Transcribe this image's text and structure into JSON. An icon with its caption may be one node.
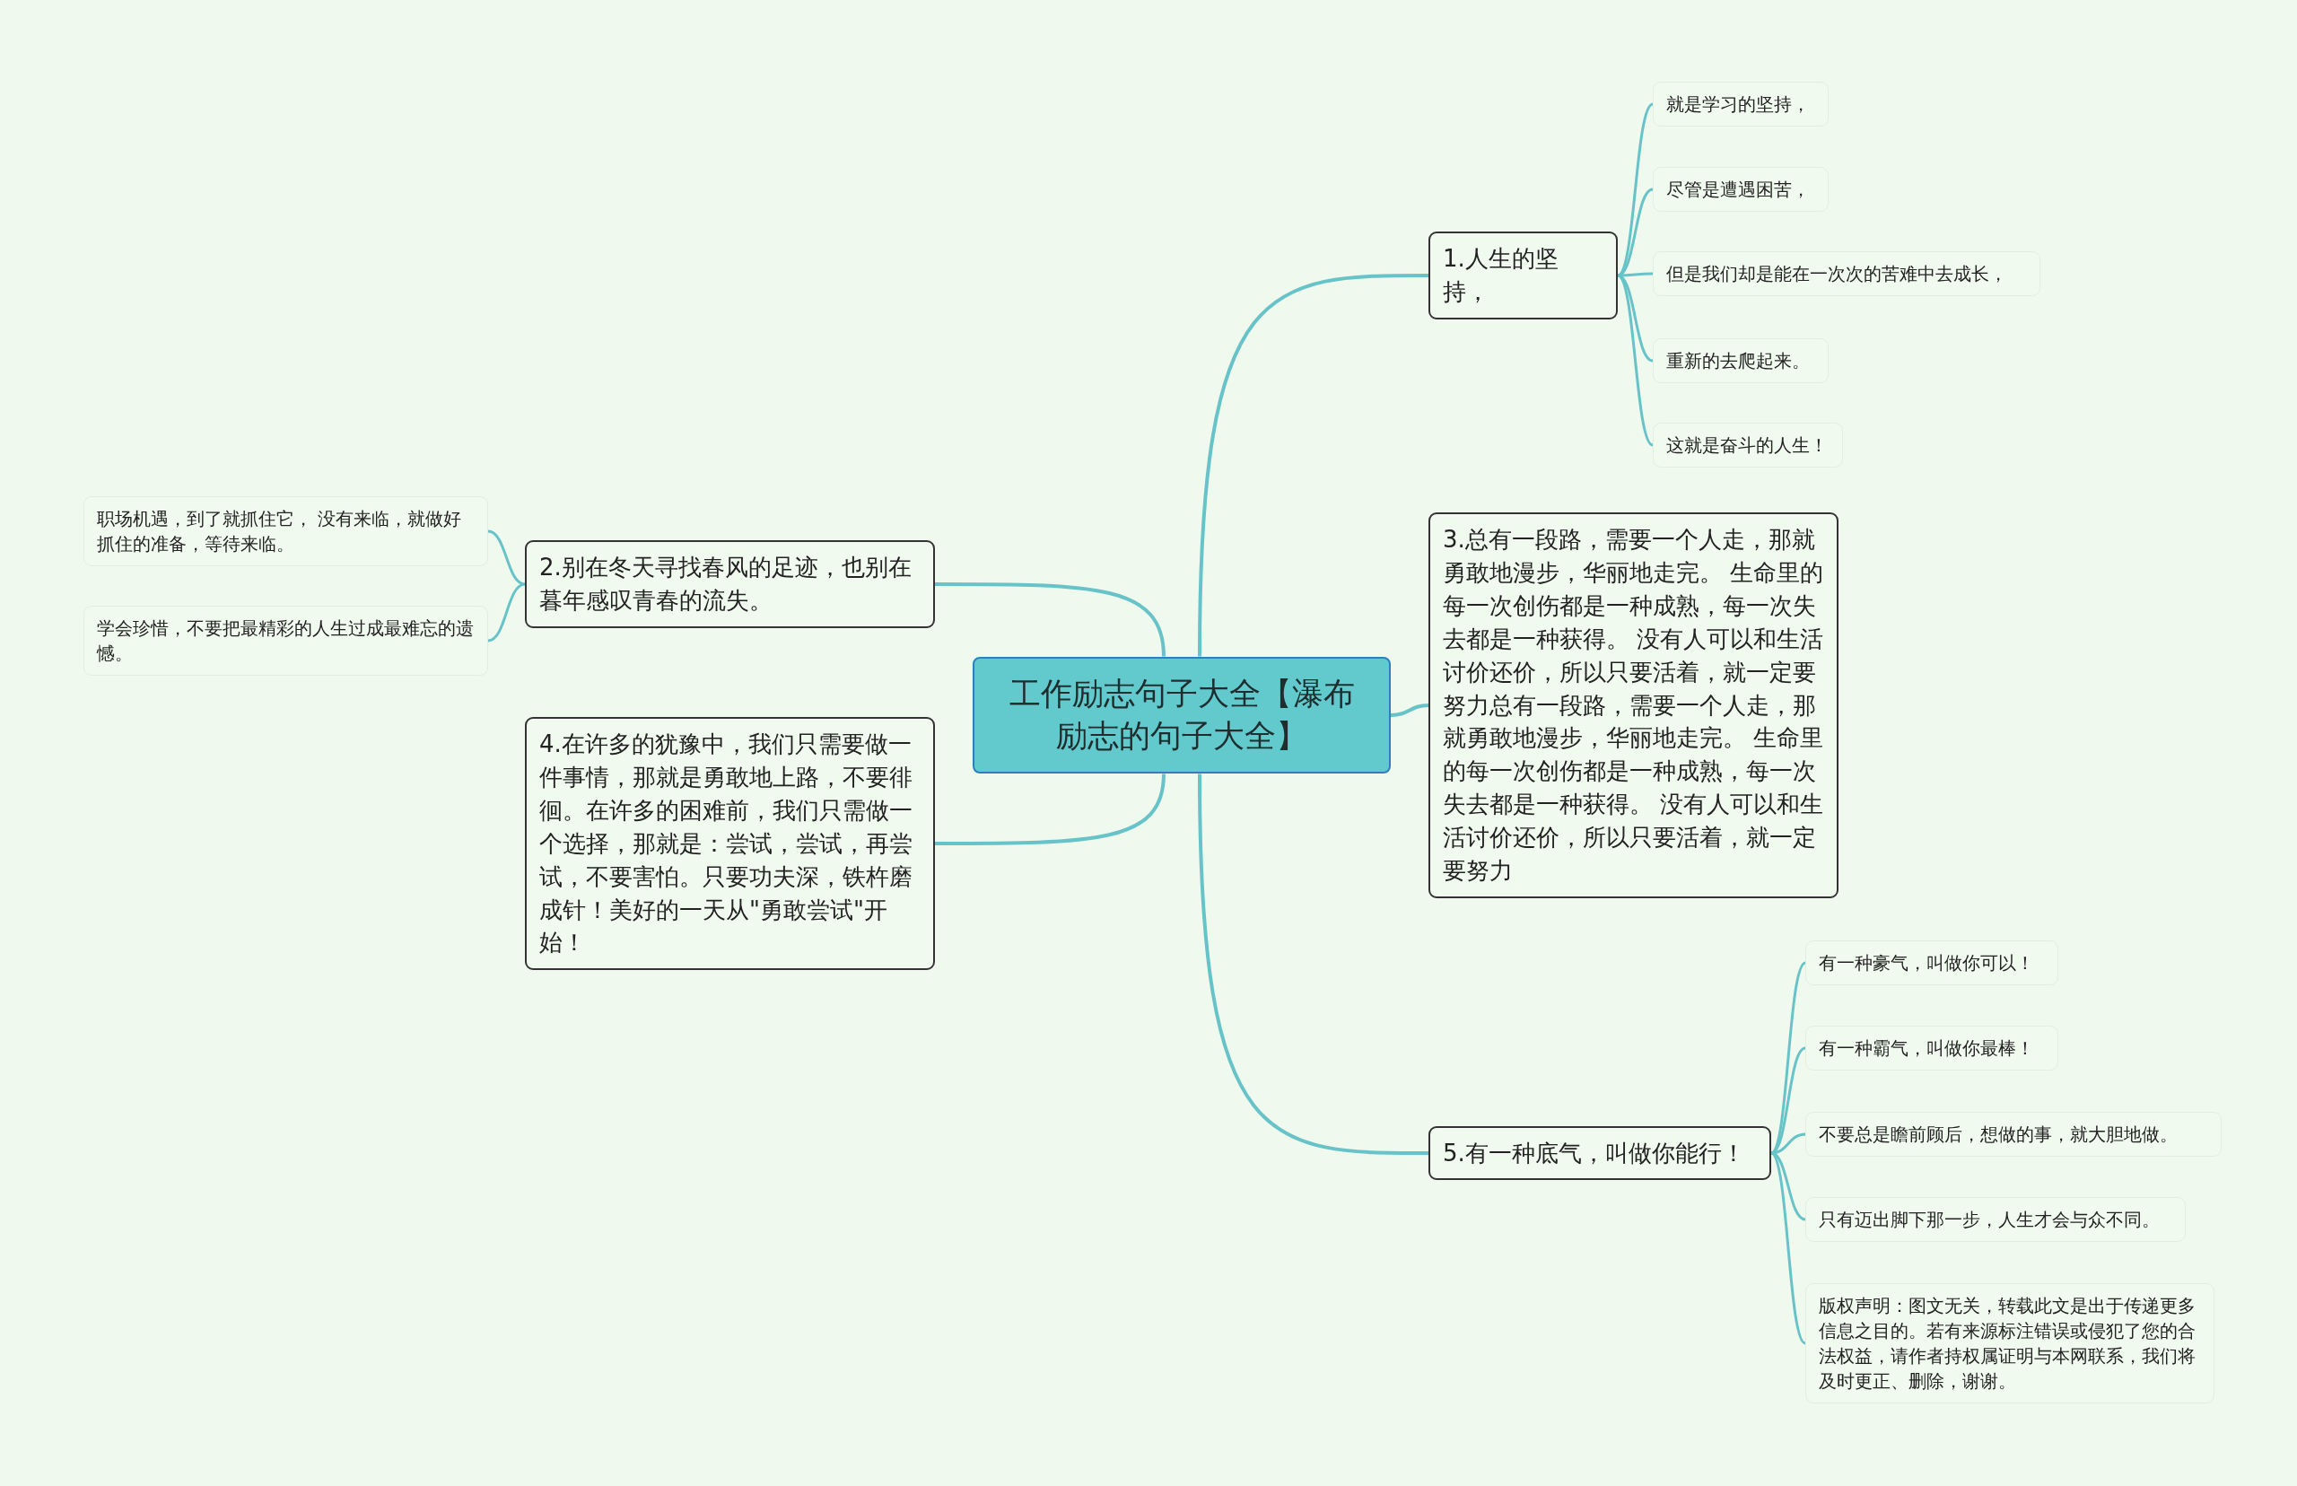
{
  "diagram": {
    "nodes": [
      {
        "text": [
          "工作励志句子大全【瀑布励志的句子大全】"
        ]
      },
      {
        "text": [
          "1.人生的坚持，"
        ]
      },
      {
        "text": [
          "就是学习的坚持，"
        ]
      },
      {
        "text": [
          "尽管是遭遇困苦，"
        ]
      },
      {
        "text": [
          "但是我们却是能在一次次的苦难中去成长，"
        ]
      },
      {
        "text": [
          "重新的去爬起来。"
        ]
      },
      {
        "text": [
          "这就是奋斗的人生！"
        ]
      },
      {
        "text": [
          "2.别在冬天寻找春风的足迹，也别在暮年感叹青春的流失。"
        ]
      },
      {
        "text": [
          "职场机遇，到了就抓住它， 没有来临，就做好抓住的准备，等待来临。"
        ]
      },
      {
        "text": [
          "学会珍惜，不要把最精彩的人生过成最难忘的遗憾。"
        ]
      },
      {
        "text": [
          "3.总有一段路，需要一个人走，那就勇敢地漫步，华丽地走完。 生命里的每一次创伤都是一种成熟，每一次失去都是一种获得。 没有人可以和生活讨价还价，所以只要活着，就一定要努力总有一段路，需要一个人走，那就勇敢地漫步，华丽地走完。 生命里的每一次创伤都是一种成熟，每一次失去都是一种获得。 没有人可以和生活讨价还价，所以只要活着，就一定要努力"
        ]
      },
      {
        "text": [
          "4.在许多的犹豫中，我们只需要做一件事情，那就是勇敢地上路，不要徘徊。在许多的困难前，我们只需做一个选择，那就是：尝试，尝试，再尝试，不要害怕。只要功夫深，铁杵磨成针！美好的一天从\"勇敢尝试\"开始！"
        ]
      },
      {
        "text": [
          "5.有一种底气，叫做你能行！"
        ]
      },
      {
        "text": [
          "有一种豪气，叫做你可以！"
        ]
      },
      {
        "text": [
          "有一种霸气，叫做你最棒！"
        ]
      },
      {
        "text": [
          "不要总是瞻前顾后，想做的事，就大胆地做。"
        ]
      },
      {
        "text": [
          "只有迈出脚下那一步，人生才会与众不同。"
        ]
      },
      {
        "text": [
          "版权声明：图文无关，转载此文是出于传递更多信息之目的。若有来源标注错误或侵犯了您的合法权益，请作者持权属证明与本网联系，我们将及时更正、删除，谢谢。"
        ]
      }
    ],
    "edges": [
      {
        "from": 0,
        "to": 1,
        "arrow": "none"
      },
      {
        "from": 1,
        "to": 2,
        "arrow": "none"
      },
      {
        "from": 1,
        "to": 3,
        "arrow": "none"
      },
      {
        "from": 1,
        "to": 4,
        "arrow": "none"
      },
      {
        "from": 1,
        "to": 5,
        "arrow": "none"
      },
      {
        "from": 1,
        "to": 6,
        "arrow": "none"
      },
      {
        "from": 0,
        "to": 7,
        "arrow": "none"
      },
      {
        "from": 7,
        "to": 8,
        "arrow": "none"
      },
      {
        "from": 7,
        "to": 9,
        "arrow": "none"
      },
      {
        "from": 0,
        "to": 10,
        "arrow": "none"
      },
      {
        "from": 0,
        "to": 11,
        "arrow": "none"
      },
      {
        "from": 0,
        "to": 12,
        "arrow": "none"
      },
      {
        "from": 12,
        "to": 13,
        "arrow": "none"
      },
      {
        "from": 12,
        "to": 14,
        "arrow": "none"
      },
      {
        "from": 12,
        "to": 15,
        "arrow": "none"
      },
      {
        "from": 12,
        "to": 16,
        "arrow": "none"
      },
      {
        "from": 12,
        "to": 17,
        "arrow": "none"
      }
    ]
  }
}
